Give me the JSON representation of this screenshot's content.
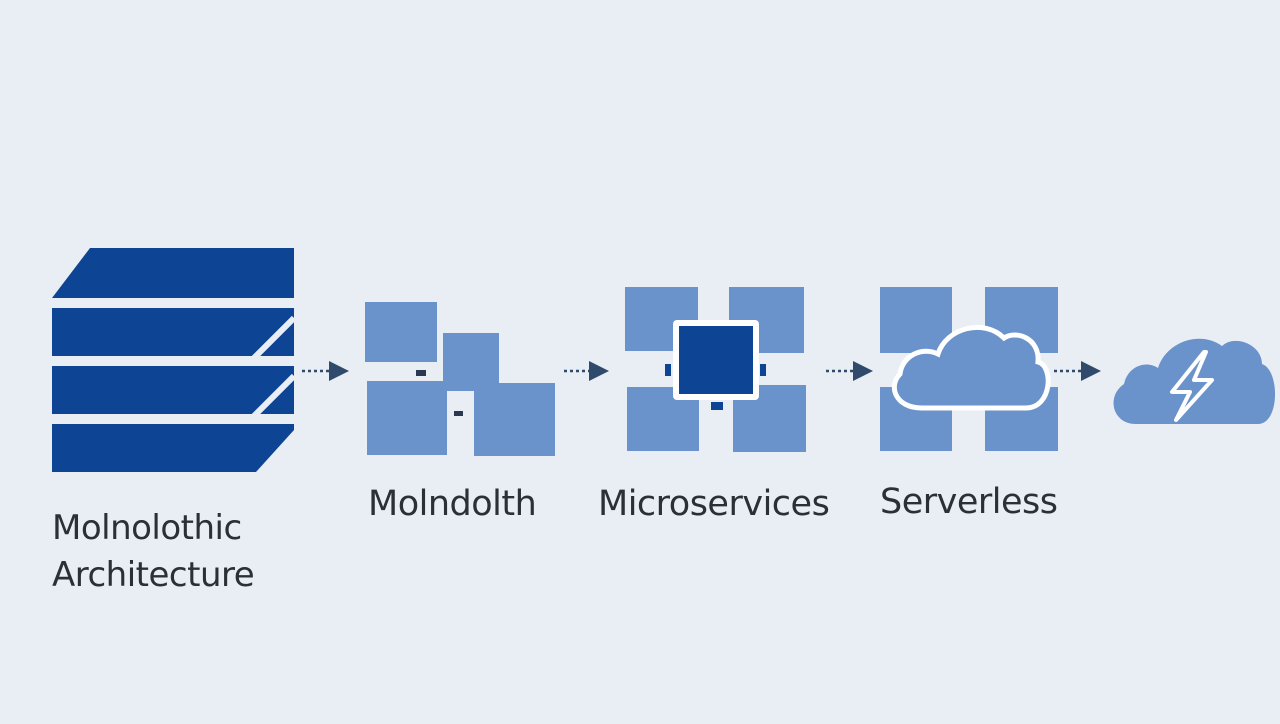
{
  "colors": {
    "background": "#e9eef5",
    "dark_blue": "#0e4494",
    "light_blue": "#6b93cb",
    "arrow": "#2f4a6b",
    "white": "#ffffff",
    "text": "#2b2f36"
  },
  "stages": [
    {
      "id": "monolithic",
      "label_lines": [
        "Molnolothic",
        "Architecture"
      ],
      "icon": "stacked-layers-icon"
    },
    {
      "id": "modular",
      "label": "Molndolth",
      "icon": "loose-blocks-icon"
    },
    {
      "id": "microservices",
      "label": "Microservices",
      "icon": "service-grid-icon"
    },
    {
      "id": "serverless",
      "label": "Serverless",
      "icon": "cloud-grid-icon"
    },
    {
      "id": "functions",
      "label": "",
      "icon": "cloud-lightning-icon"
    }
  ]
}
